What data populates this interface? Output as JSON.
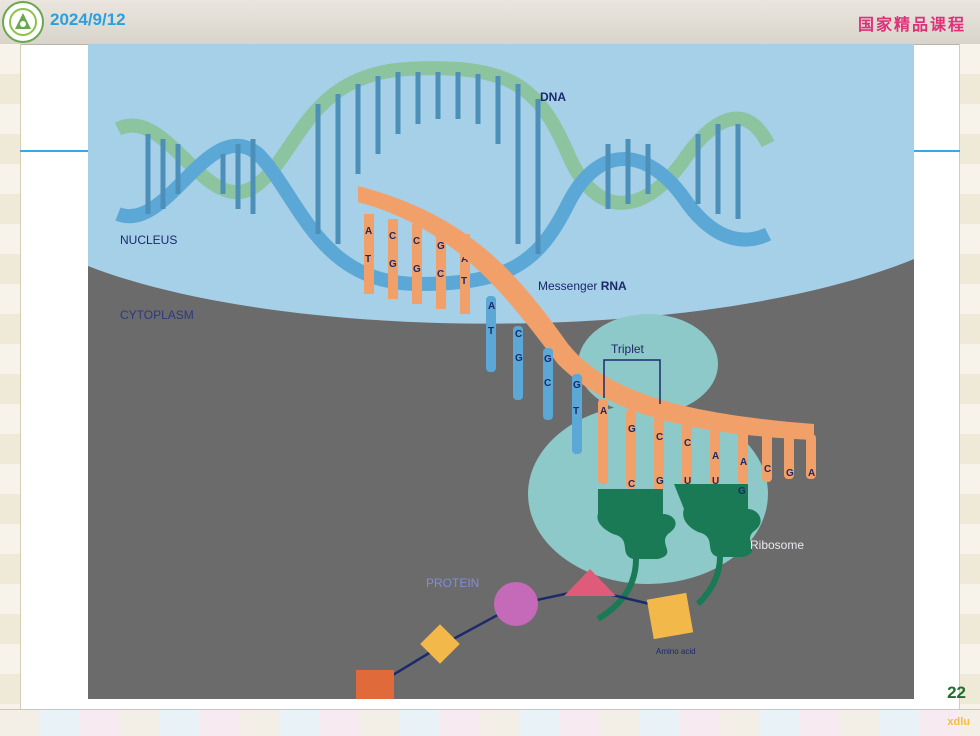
{
  "header": {
    "date": "2024/9/12",
    "course": "国家精品课程"
  },
  "figure": {
    "labels": {
      "dna": "DNA",
      "nucleus": "NUCLEUS",
      "cytoplasm": "CYTOPLASM",
      "messenger_prefix": "Messenger ",
      "messenger_rna": "RNA",
      "triplet": "Triplet",
      "ribosome": "Ribosome",
      "protein": "PROTEIN",
      "amino_acid": "Amino acid"
    },
    "dna_top_bases": [
      "A",
      "C",
      "C",
      "G",
      "A"
    ],
    "dna_bottom_bases": [
      "T",
      "G",
      "G",
      "C",
      "T"
    ],
    "mrna_bases": [
      "A",
      "C",
      "G",
      "G",
      "A",
      "G",
      "C",
      "C",
      "A",
      "A",
      "C",
      "G",
      "A"
    ],
    "trna_bases": [
      "C",
      "G",
      "U",
      "U",
      "G"
    ],
    "dna_strand_bases": [
      "T",
      "G",
      "C",
      "T"
    ]
  },
  "page_number": "22",
  "footer_tag": "xdlu",
  "colors": {
    "nucleus": "#a6cfe8",
    "cytoplasm": "#6b6b6b",
    "mrna": "#f2a06a",
    "ribosome": "#8ec9c9",
    "trna": "#1a7a55",
    "date": "#2aa0e0"
  }
}
